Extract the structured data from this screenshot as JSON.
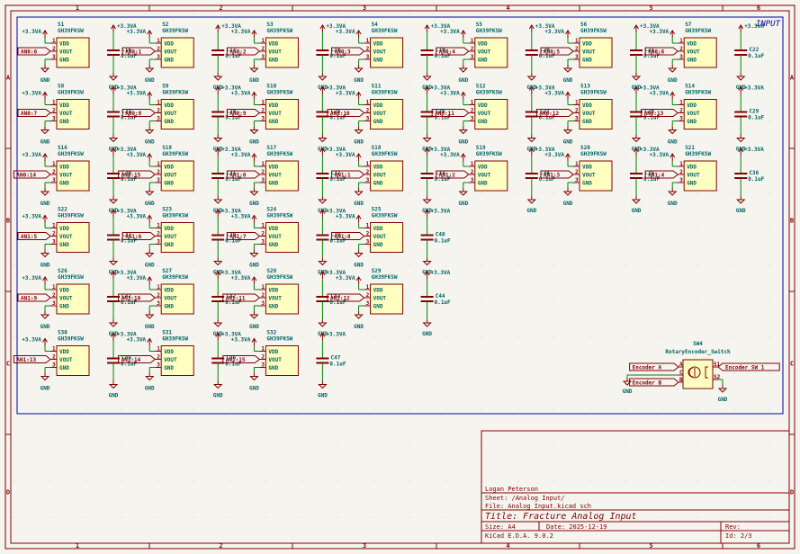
{
  "sheet": {
    "frame_color": "#840000",
    "wire_color": "#008400",
    "text_color": "#006464",
    "body_fill": "#ffffc2",
    "border_blue": "#0000a8",
    "col_labels": [
      "1",
      "2",
      "3",
      "4",
      "5",
      "6"
    ],
    "row_labels": [
      "A",
      "B",
      "C",
      "D"
    ],
    "group_label": "INPUT"
  },
  "power": {
    "vcc": "+3.3VA",
    "gnd": "GND"
  },
  "symbol": {
    "value": "GH39FKSW",
    "pins": [
      {
        "num": "1",
        "name": "VDD"
      },
      {
        "num": "2",
        "name": "VOUT"
      },
      {
        "num": "3",
        "name": "GND"
      }
    ],
    "cap_value": "0.1uF"
  },
  "sensors": [
    {
      "ref": "S1",
      "label": "AN0:0",
      "cap": "C16"
    },
    {
      "ref": "S2",
      "label": "AN0:1",
      "cap": "C17"
    },
    {
      "ref": "S3",
      "label": "AN0:2",
      "cap": "C18"
    },
    {
      "ref": "S4",
      "label": "AN0:3",
      "cap": "C19"
    },
    {
      "ref": "S5",
      "label": "AN0:4",
      "cap": "C20"
    },
    {
      "ref": "S6",
      "label": "AN0:5",
      "cap": "C21"
    },
    {
      "ref": "S7",
      "label": "AN0:6",
      "cap": "C22"
    },
    {
      "ref": "S8",
      "label": "AN0:7",
      "cap": "C23"
    },
    {
      "ref": "S9",
      "label": "AN0:8",
      "cap": "C24"
    },
    {
      "ref": "S10",
      "label": "AN0:9",
      "cap": "C25"
    },
    {
      "ref": "S11",
      "label": "AN0:10",
      "cap": "C26"
    },
    {
      "ref": "S12",
      "label": "AN0:11",
      "cap": "C27"
    },
    {
      "ref": "S13",
      "label": "AN0:12",
      "cap": "C28"
    },
    {
      "ref": "S14",
      "label": "AN0:13",
      "cap": "C29"
    },
    {
      "ref": "S16",
      "label": "AN0:14",
      "cap": "C30"
    },
    {
      "ref": "S18",
      "label": "AN0:15",
      "cap": "C31"
    },
    {
      "ref": "S17",
      "label": "AN1:0",
      "cap": "C32"
    },
    {
      "ref": "S18",
      "label": "AN1:1",
      "cap": "C33"
    },
    {
      "ref": "S19",
      "label": "AN1:2",
      "cap": "C34"
    },
    {
      "ref": "S20",
      "label": "AN1:3",
      "cap": "C35"
    },
    {
      "ref": "S21",
      "label": "AN1:4",
      "cap": "C36"
    },
    {
      "ref": "S22",
      "label": "AN1:5",
      "cap": "C37"
    },
    {
      "ref": "S23",
      "label": "AN1:6",
      "cap": "C38"
    },
    {
      "ref": "S24",
      "label": "AN1:7",
      "cap": "C39"
    },
    {
      "ref": "S25",
      "label": "AN1:8",
      "cap": "C40"
    },
    {
      "ref": "S26",
      "label": "AN1:9",
      "cap": "C41"
    },
    {
      "ref": "S27",
      "label": "AN1:10",
      "cap": "C42"
    },
    {
      "ref": "S28",
      "label": "AN1:11",
      "cap": "C43"
    },
    {
      "ref": "S29",
      "label": "AN1:12",
      "cap": "C44"
    },
    {
      "ref": "S30",
      "label": "AN1:13",
      "cap": "C45"
    },
    {
      "ref": "S31",
      "label": "AN1:14",
      "cap": "C46"
    },
    {
      "ref": "S32",
      "label": "AN1:15",
      "cap": "C47"
    }
  ],
  "encoder": {
    "ref": "SW4",
    "value": "RotaryEncoder_Switch",
    "pins": {
      "a": "A",
      "c": "C",
      "b": "B",
      "s1": "S1",
      "s2": "S2"
    },
    "labels": {
      "a": "Encoder A",
      "b": "Encoder B",
      "sw": "Encoder SW 1"
    }
  },
  "title_block": {
    "author": "Logan Peterson",
    "sheet": "Sheet: /Analog Input/",
    "file": "File: Analog Input.kicad_sch",
    "title": "Title: Fracture Analog Input",
    "size": "Size: A4",
    "date": "Date: 2025-12-19",
    "rev": "Rev:",
    "tool": "KiCad E.D.A. 9.0.2",
    "id": "Id: 2/3"
  }
}
